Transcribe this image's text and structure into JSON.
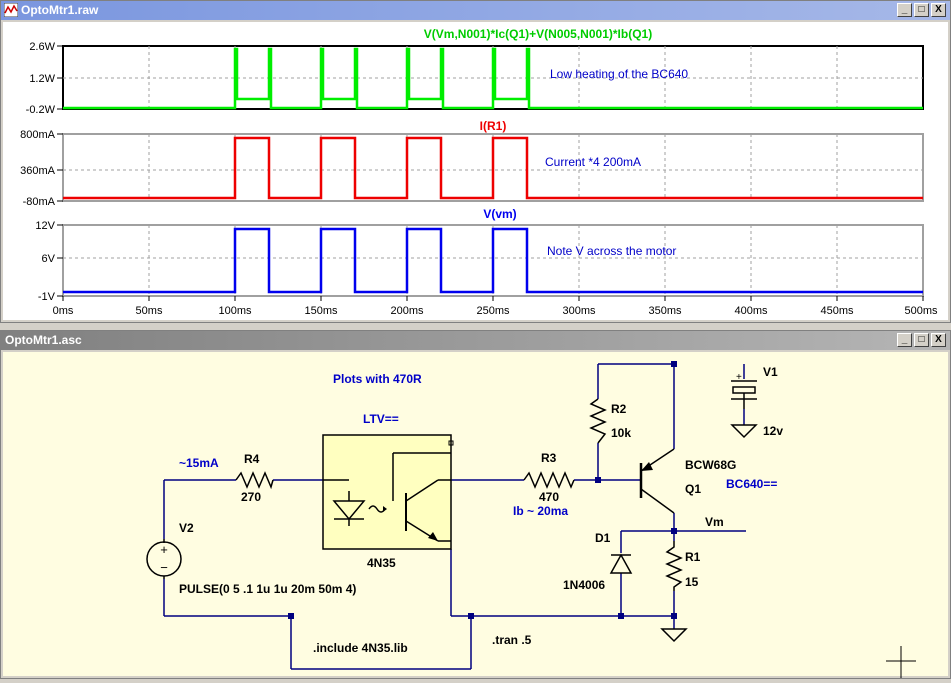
{
  "waveform_window": {
    "title": "OptoMtr1.raw",
    "buttons": [
      "_",
      "□",
      "X"
    ],
    "traces": [
      {
        "name": "V(Vm,N001)*Ic(Q1)+V(N005,N001)*Ib(Q1)",
        "color": "#00ee00",
        "y_ticks": [
          "2.6W",
          "1.2W",
          "-0.2W"
        ],
        "note": "Low heating of the BC640"
      },
      {
        "name": "I(R1)",
        "color": "#ee0000",
        "y_ticks": [
          "800mA",
          "360mA",
          "-80mA"
        ],
        "note": "Current *4  200mA"
      },
      {
        "name": "V(vm)",
        "color": "#0000ee",
        "y_ticks": [
          "12V",
          "6V",
          "-1V"
        ],
        "note": "Note V across the motor"
      }
    ],
    "x_ticks": [
      "0ms",
      "50ms",
      "100ms",
      "150ms",
      "200ms",
      "250ms",
      "300ms",
      "350ms",
      "400ms",
      "450ms",
      "500ms"
    ]
  },
  "schematic_window": {
    "title": "OptoMtr1.asc",
    "buttons": [
      "_",
      "□",
      "X"
    ],
    "texts": {
      "plots_note": "Plots with 470R",
      "ltv_label": "LTV==",
      "current_note": "~15mA",
      "r4_name": "R4",
      "r4_value": "270",
      "v2_name": "V2",
      "pulse_spec": "PULSE(0 5 .1 1u 1u 20m 50m 4)",
      "opto_part": "4N35",
      "include_directive": ".include 4N35.lib",
      "tran_directive": ".tran .5",
      "r3_name": "R3",
      "r3_value": "470",
      "ib_note": "Ib ~ 20ma",
      "r2_name": "R2",
      "r2_value": "10k",
      "q1_part": "BCW68G",
      "q1_name": "Q1",
      "q1_note": "BC640==",
      "v1_name": "V1",
      "v1_value": "12v",
      "vm_label": "Vm",
      "d1_name": "D1",
      "d1_part": "1N4006",
      "r1_name": "R1",
      "r1_value": "15",
      "v1_plus": "+",
      "v2_plus": "+",
      "v2_minus": "−"
    }
  }
}
